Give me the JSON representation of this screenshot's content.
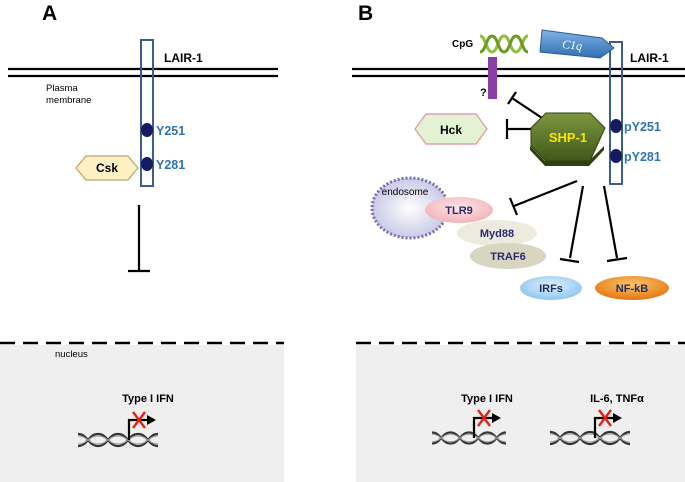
{
  "panels": {
    "a": {
      "label": "A",
      "receptor": "LAIR-1",
      "membrane_label_line1": "Plasma",
      "membrane_label_line2": "membrane",
      "site_1": "Y251",
      "site_2": "Y281",
      "kinase": "Csk",
      "nucleus_label": "nucleus",
      "gene_label": "Type I IFN"
    },
    "b": {
      "label": "B",
      "receptor": "LAIR-1",
      "ligand": "C1q",
      "cpg": "CpG",
      "question": "?",
      "kinase": "Hck",
      "phosphatase": "SHP-1",
      "site_1": "pY251",
      "site_2": "pY281",
      "endosome": "endosome",
      "tlr": "TLR9",
      "adaptor": "Myd88",
      "traf": "TRAF6",
      "irf": "IRFs",
      "nfkb": "NF-kB",
      "gene_1": "Type I IFN",
      "gene_2": "IL-6, TNFα"
    }
  },
  "colors": {
    "receptor_outline": "#3a5f8f",
    "phospho_site": "#141c5e",
    "site_text": "#2e75b6",
    "csk_fill": "#fdf0c2",
    "shp1_fill": "#4f6b22",
    "shp1_text": "#ffe000",
    "hck_fill": "#e4f2d4",
    "c1q_fill": "#4a88c7",
    "cpg_fill": "#8fbf3b",
    "purple_bar": "#8a3fa8",
    "tlr_fill": "#f6c4c8",
    "myd_fill": "#ecebdd",
    "traf_fill": "#d8d6c0",
    "irf_fill": "#a9d4f5",
    "nfkb_fill": "#f08a1d",
    "block_x": "#e2231a",
    "nucleus_fill": "#efefef"
  },
  "icons": [
    "dna-helix-icon",
    "gene-promoter-arrow-icon",
    "blocked-x-icon",
    "inhibition-arrow-icon"
  ]
}
